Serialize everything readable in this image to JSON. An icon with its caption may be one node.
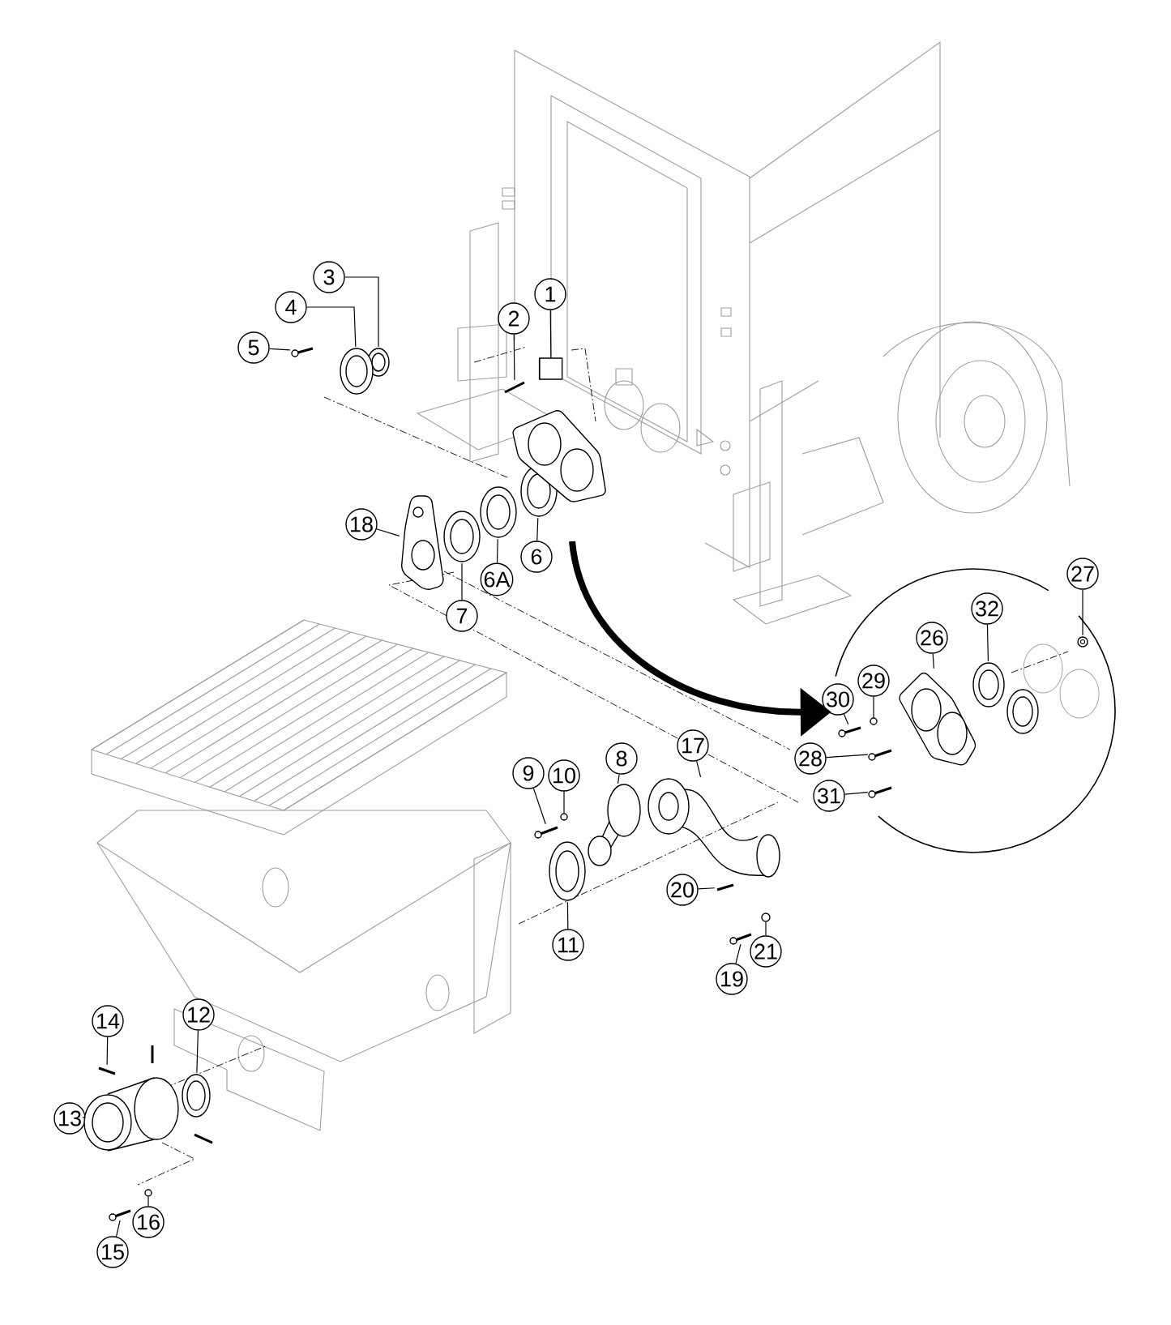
{
  "diagram": {
    "nodes": [
      {
        "text": [
          "3"
        ]
      },
      {
        "text": [
          "1"
        ]
      },
      {
        "text": [
          "4"
        ]
      },
      {
        "text": [
          "2"
        ]
      },
      {
        "text": [
          "5"
        ]
      },
      {
        "text": [
          "18"
        ]
      },
      {
        "text": [
          "6"
        ]
      },
      {
        "text": [
          "6A"
        ]
      },
      {
        "text": [
          "7"
        ]
      },
      {
        "text": [],
        "shape": "circle"
      },
      {
        "text": [
          "27"
        ]
      },
      {
        "text": [
          "32"
        ],
        "in": 9
      },
      {
        "text": [
          "26"
        ],
        "in": 9
      },
      {
        "text": [
          "29"
        ],
        "in": 9
      },
      {
        "text": [
          "30"
        ]
      },
      {
        "text": [
          "28"
        ]
      },
      {
        "text": [
          "17"
        ]
      },
      {
        "text": [
          "8"
        ]
      },
      {
        "text": [
          "9"
        ]
      },
      {
        "text": [
          "10"
        ]
      },
      {
        "text": [
          "31"
        ]
      },
      {
        "text": [
          "20"
        ]
      },
      {
        "text": [
          "11"
        ]
      },
      {
        "text": [
          "21"
        ]
      },
      {
        "text": [
          "19"
        ]
      },
      {
        "text": [
          "12"
        ]
      },
      {
        "text": [
          "14"
        ]
      },
      {
        "text": [
          "13"
        ]
      },
      {
        "text": [
          "16"
        ]
      },
      {
        "text": [
          "15"
        ]
      },
      {
        "text": [],
        "shape": "picture"
      },
      {
        "text": [],
        "shape": "cylinder"
      },
      {
        "text": [],
        "shape": "picture"
      },
      {
        "text": [],
        "shape": "picture"
      },
      {
        "text": [],
        "shape": "picture"
      },
      {
        "text": [],
        "shape": "picture"
      },
      {
        "text": [],
        "shape": "picture"
      },
      {
        "text": [],
        "shape": "picture"
      },
      {
        "text": [],
        "shape": "picture"
      },
      {
        "text": [],
        "shape": "picture",
        "in": 9
      },
      {
        "text": [],
        "shape": "picture",
        "in": 9
      },
      {
        "text": [],
        "shape": "picture",
        "in": 9
      },
      {
        "text": [],
        "shape": "circle",
        "in": 9
      },
      {
        "text": [],
        "shape": "picture",
        "in": 9
      },
      {
        "text": [],
        "shape": "picture",
        "in": 9
      },
      {
        "text": [],
        "shape": "picture"
      },
      {
        "text": [],
        "shape": "picture"
      },
      {
        "text": [],
        "shape": "picture"
      },
      {
        "text": [],
        "shape": "circle"
      },
      {
        "text": [],
        "shape": "picture",
        "in": 9
      },
      {
        "text": [],
        "shape": "picture"
      },
      {
        "text": [],
        "shape": "picture"
      },
      {
        "text": [],
        "shape": "circle"
      },
      {
        "text": [],
        "shape": "picture"
      },
      {
        "text": [],
        "shape": "picture"
      },
      {
        "text": [],
        "shape": "picture"
      },
      {
        "text": [],
        "shape": "picture"
      },
      {
        "text": [],
        "shape": "circle"
      },
      {
        "text": [],
        "shape": "picture"
      },
      {
        "text": [],
        "shape": "picture"
      },
      {
        "text": [],
        "shape": "picture",
        "in": 9
      }
    ],
    "edges": [
      {
        "from": 0,
        "to": 30,
        "arrow": "none"
      },
      {
        "from": 1,
        "to": 31,
        "arrow": "none"
      },
      {
        "from": 2,
        "to": 32,
        "arrow": "none"
      },
      {
        "from": 3,
        "to": 33,
        "arrow": "none"
      },
      {
        "from": 4,
        "to": 34,
        "arrow": "none"
      },
      {
        "from": 5,
        "to": 35,
        "arrow": "none"
      },
      {
        "from": 6,
        "to": 36,
        "arrow": "none"
      },
      {
        "from": 7,
        "to": 37,
        "arrow": "none"
      },
      {
        "from": 8,
        "to": 38,
        "arrow": "none"
      },
      {
        "from": 10,
        "to": 39,
        "arrow": "none"
      },
      {
        "from": 11,
        "to": 40,
        "arrow": "none"
      },
      {
        "from": 12,
        "to": 41,
        "arrow": "none"
      },
      {
        "from": 13,
        "to": 42,
        "arrow": "none"
      },
      {
        "from": 14,
        "to": 43,
        "arrow": "none"
      },
      {
        "from": 15,
        "to": 44,
        "arrow": "none"
      },
      {
        "from": 16,
        "to": 45,
        "arrow": "none"
      },
      {
        "from": 17,
        "to": 46,
        "arrow": "none"
      },
      {
        "from": 18,
        "to": 47,
        "arrow": "none"
      },
      {
        "from": 19,
        "to": 48,
        "arrow": "none"
      },
      {
        "from": 20,
        "to": 49,
        "arrow": "none"
      },
      {
        "from": 21,
        "to": 50,
        "arrow": "none"
      },
      {
        "from": 22,
        "to": 51,
        "arrow": "none"
      },
      {
        "from": 23,
        "to": 52,
        "arrow": "none"
      },
      {
        "from": 24,
        "to": 53,
        "arrow": "none"
      },
      {
        "from": 25,
        "to": 54,
        "arrow": "none"
      },
      {
        "from": 26,
        "to": 55,
        "arrow": "none"
      },
      {
        "from": 27,
        "to": 56,
        "arrow": "none"
      },
      {
        "from": 28,
        "to": 57,
        "arrow": "none"
      },
      {
        "from": 29,
        "to": 58,
        "arrow": "none"
      },
      {
        "from": null,
        "to": 9,
        "arrow": "to",
        "style": "thick"
      }
    ]
  }
}
